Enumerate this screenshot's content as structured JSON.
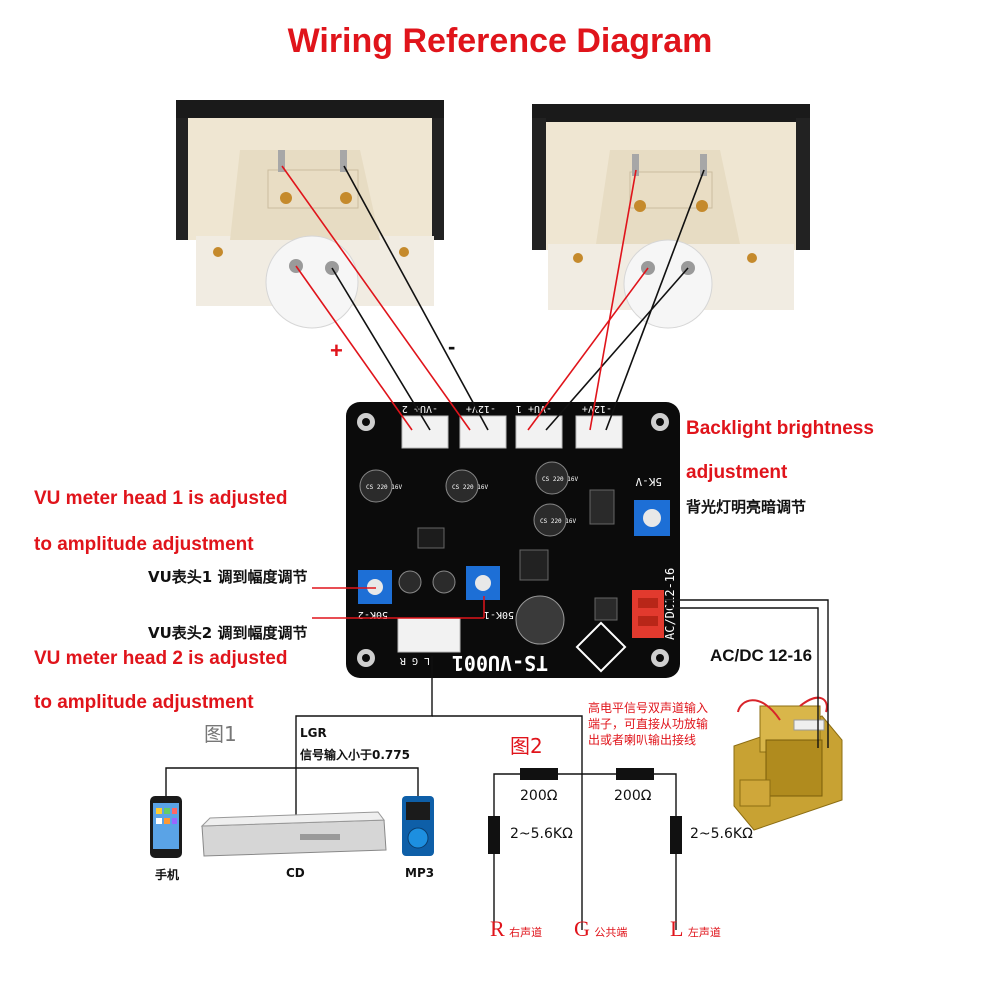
{
  "title": "Wiring Reference Diagram",
  "plus_sign": "+",
  "minus_sign": "-",
  "backlight": {
    "line1": "Backlight brightness",
    "line2": "adjustment",
    "cn": "背光灯明亮暗调节"
  },
  "vu1": {
    "line1": "VU meter head 1 is adjusted",
    "line2": "to amplitude adjustment",
    "cn": "VU表头1 调到幅度调节"
  },
  "vu2": {
    "cn": "VU表头2 调到幅度调节",
    "line1": "VU meter head 2 is adjusted",
    "line2": "to amplitude adjustment"
  },
  "acdc_label": "AC/DC 12-16",
  "fig1": {
    "label": "图1",
    "lgr": "LGR",
    "input_note": "信号输入小于0.775",
    "devices": [
      "手机",
      "CD",
      "MP3"
    ]
  },
  "fig2": {
    "label": "图2",
    "note": "高电平信号双声道输入端子，可直接从功放输出或者喇叭输出接线",
    "res_series": [
      "200Ω",
      "200Ω"
    ],
    "res_shunt": [
      "2~5.6KΩ",
      "2~5.6KΩ"
    ],
    "channels": [
      {
        "letter": "R",
        "name": "右声道"
      },
      {
        "letter": "G",
        "name": "公共端"
      },
      {
        "letter": "L",
        "name": "左声道"
      }
    ]
  },
  "pcb": {
    "model": "TS-VU001",
    "power_port": "AC/DC12-16",
    "headers": [
      "-VU+ 2",
      "-12V+",
      "-VU+ 1",
      "-12V+"
    ],
    "pot_labels": [
      "5K-V",
      "50K-1",
      "50K-2"
    ],
    "input_pins": "L G R",
    "caps": [
      "CS 220 16V",
      "CS 220 16V",
      "CS 220 16V",
      "CS 220 16V"
    ]
  },
  "colors": {
    "accent_red": "#e0141b",
    "pcb": "#0b0b0b",
    "wire_red": "#e0141b",
    "wire_black": "#111111",
    "pot_blue": "#1d6fd6",
    "connector_red": "#e23a2e"
  }
}
